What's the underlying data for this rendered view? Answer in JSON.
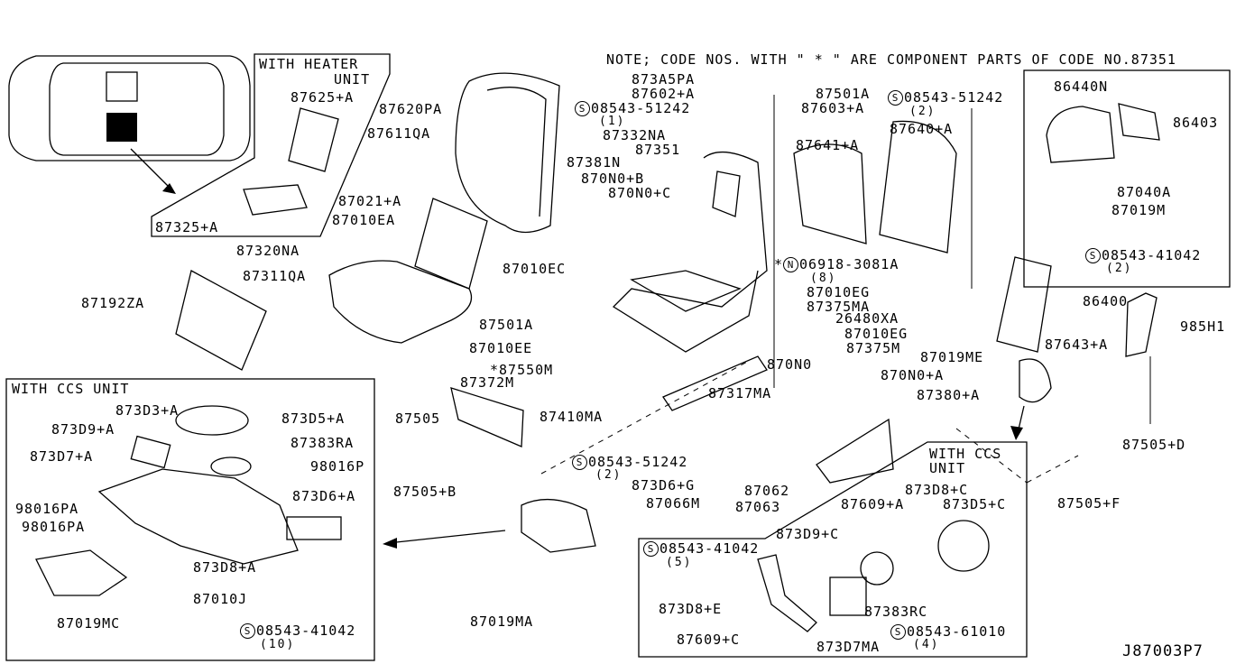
{
  "diagram": {
    "note": "NOTE; CODE NOS. WITH \" * \" ARE COMPONENT PARTS OF CODE NO.87351",
    "diagram_id": "J87003P7",
    "boxes": {
      "heater": {
        "title_line1": "WITH HEATER",
        "title_line2": "UNIT"
      },
      "ccs_left": {
        "title": "WITH CCS UNIT"
      },
      "ccs_right": {
        "title_line1": "WITH CCS",
        "title_line2": "UNIT"
      }
    },
    "labels": {
      "p87625A": "87625+A",
      "p87325A": "87325+A",
      "p87620PA": "87620PA",
      "p87611QA": "87611QA",
      "p87021A": "87021+A",
      "p87010EA": "87010EA",
      "p87320NA": "87320NA",
      "p87311QA": "87311QA",
      "p87192ZA": "87192ZA",
      "p873A5PA": "873A5PA",
      "p87602A": "87602+A",
      "s08543_51242_a": "08543-51242",
      "q1": "(1)",
      "p87332NA": "87332NA",
      "p87351": "87351",
      "p87381N": "87381N",
      "p870N0B": "870N0+B",
      "p870N0C": "870N0+C",
      "p87010EC": "87010EC",
      "p87501A_top": "87501A",
      "p87603A": "87603+A",
      "s08543_51242_b": "08543-51242",
      "q2a": "(2)",
      "p87640A": "87640+A",
      "p87641A": "87641+A",
      "p86440N": "86440N",
      "p86403": "86403",
      "p87040A": "87040A",
      "p87019M": "87019M",
      "s08543_41042_a": "08543-41042",
      "q2b": "(2)",
      "p86400": "86400",
      "p985H1": "985H1",
      "p87643A": "87643+A",
      "n06918_3081A": "06918-3081A",
      "q8": "(8)",
      "p87010EG_a": "87010EG",
      "p87375MA": "87375MA",
      "p26480XA": "26480XA",
      "p87010EG_b": "87010EG",
      "p87375M": "87375M",
      "p87019ME": "87019ME",
      "p87501A": "87501A",
      "p87010EE": "87010EE",
      "p87550M": "*87550M",
      "p87372M": "87372M",
      "p870N0": "870N0",
      "p870N0A": "870N0+A",
      "p87380A": "87380+A",
      "p87317MA": "87317MA",
      "p87410MA": "87410MA",
      "p87505": "87505",
      "s08543_51242_c": "08543-51242",
      "q2c": "(2)",
      "p87505B": "87505+B",
      "p873D6G": "873D6+G",
      "p87066M": "87066M",
      "p87062": "87062",
      "p87063": "87063",
      "p87505D": "87505+D",
      "p87505F": "87505+F",
      "p873D3A": "873D3+A",
      "p873D5A": "873D5+A",
      "p873D9A": "873D9+A",
      "p873D7A": "873D7+A",
      "p87383RA": "87383RA",
      "p98016P": "98016P",
      "p873D6A": "873D6+A",
      "p98016PA_a": "98016PA",
      "p98016PA_b": "98016PA",
      "p873D8A": "873D8+A",
      "p87010J": "87010J",
      "p87019MC": "87019MC",
      "s08543_41042_b": "08543-41042",
      "q10": "(10)",
      "p87019MA": "87019MA",
      "p873D8C": "873D8+C",
      "p87609A": "87609+A",
      "p873D5C": "873D5+C",
      "p873D9C": "873D9+C",
      "s08543_41042_c": "08543-41042",
      "q5": "(5)",
      "p873D8E": "873D8+E",
      "p87383RC": "87383RC",
      "s08543_61010": "08543-61010",
      "q4": "(4)",
      "p87609C": "87609+C",
      "p873D7MA": "873D7MA"
    },
    "symbols": {
      "screw": "S",
      "nut": "N",
      "asterisk": "*"
    }
  }
}
